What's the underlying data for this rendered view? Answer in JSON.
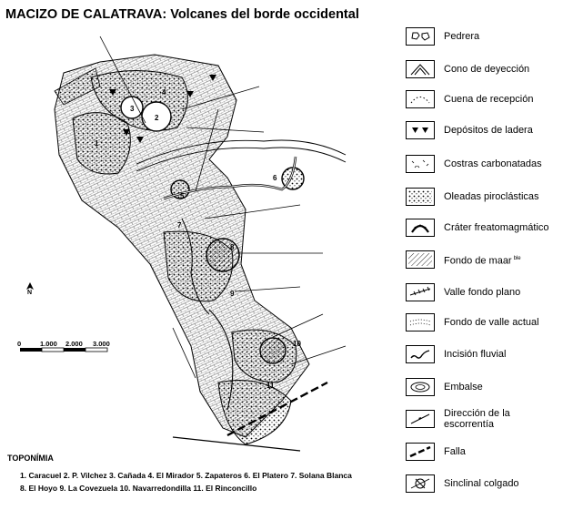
{
  "title": "MACIZO DE CALATRAVA: Volcanes del borde occidental",
  "legend": [
    {
      "icon": "pedrera-icon",
      "label": "Pedrera"
    },
    {
      "icon": "cono-deyeccion-icon",
      "label": "Cono de deyección"
    },
    {
      "icon": "cuenca-recepcion-icon",
      "label": "Cuena de recepción"
    },
    {
      "icon": "depositos-ladera-icon",
      "label": "Depósitos de ladera"
    },
    {
      "icon": "costras-carbonatadas-icon",
      "label": "Costras carbonatadas"
    },
    {
      "icon": "oleadas-piroclasticas-icon",
      "label": "Oleadas piroclásticas"
    },
    {
      "icon": "crater-freatomagmatico-icon",
      "label": "Cráter freatomagmático"
    },
    {
      "icon": "fondo-maar-icon",
      "label": "Fondo de maar",
      "extra": "ble"
    },
    {
      "icon": "valle-fondo-plano-icon",
      "label": "Valle fondo plano"
    },
    {
      "icon": "fondo-valle-actual-icon",
      "label": "Fondo de valle actual"
    },
    {
      "icon": "incision-fluvial-icon",
      "label": "Incisión fluvial"
    },
    {
      "icon": "embalse-icon",
      "label": "Embalse"
    },
    {
      "icon": "direccion-escorrentia-icon",
      "label": "Dirección de la escorrentía"
    },
    {
      "icon": "falla-icon",
      "label": "Falla"
    },
    {
      "icon": "sinclinal-colgado-icon",
      "label": "Sinclinal colgado"
    }
  ],
  "scale": {
    "labels": [
      "0",
      "1.000",
      "2.000",
      "3.000"
    ]
  },
  "north_label": "N",
  "toponimia": {
    "title": "TOPONÍMIA",
    "line1": "1. Caracuel  2. P. Vilchez  3. Cañada  4. El Mirador  5. Zapateros  6. El Platero  7. Solana Blanca",
    "line2": "8. El Hoyo  9. La Covezuela  10. Navarredondilla  11. El Rinconcillo"
  },
  "map_numbers": [
    "1",
    "2",
    "3",
    "4",
    "5",
    "6",
    "7",
    "8",
    "9",
    "10",
    "11"
  ]
}
